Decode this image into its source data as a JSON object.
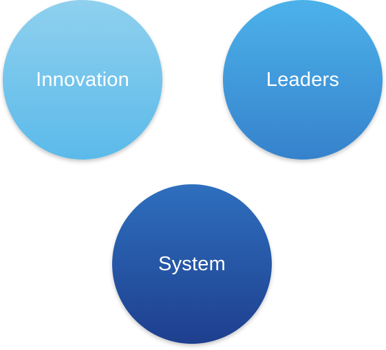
{
  "diagram": {
    "nodes": [
      {
        "label": "Innovation",
        "color_top": "#8fd0ee",
        "color_bottom": "#5bbaea"
      },
      {
        "label": "Leaders",
        "color_top": "#4cb2ea",
        "color_bottom": "#3682cc"
      },
      {
        "label": "System",
        "color_top": "#2e6fbe",
        "color_bottom": "#1e3f8e"
      }
    ]
  }
}
